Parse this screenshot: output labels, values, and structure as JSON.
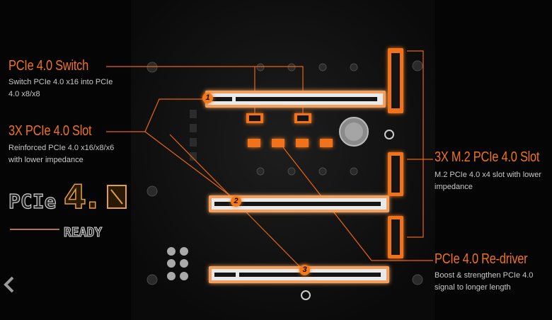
{
  "features": [
    {
      "title": "PCIe 4.0 Switch",
      "desc": [
        "Switch PCIe 4.0 x16 into PCIe",
        "4.0 x8/x8"
      ]
    },
    {
      "title": "3X PCIe 4.0 Slot",
      "desc": [
        "Reinforced PCIe 4.0 x16/x8/x6",
        "with lower impedance"
      ]
    },
    {
      "title": "3X M.2 PCIe 4.0 Slot",
      "desc": [
        "M.2 PCIe 4.0 x4 slot with lower",
        "impedance"
      ]
    },
    {
      "title": "PCIe 4.0 Re-driver",
      "desc": [
        "Boost & strengthen PCIe 4.0",
        "signal to longer length"
      ]
    }
  ],
  "slot_badges": [
    "1",
    "2",
    "3"
  ],
  "logo": {
    "text": "PCIe 4.0 READY"
  },
  "nav": {
    "prev_icon": "chevron-left-icon"
  },
  "colors": {
    "accent": "#f0731c",
    "board": "#151515"
  }
}
